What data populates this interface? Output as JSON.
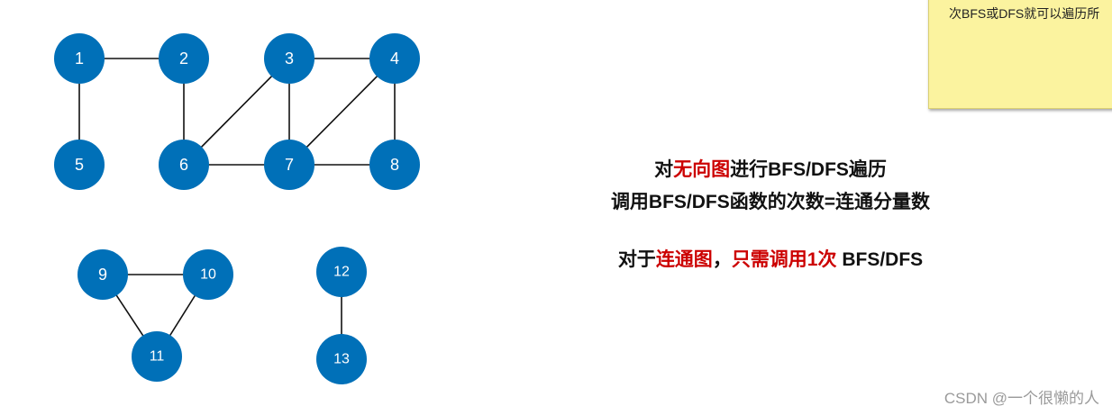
{
  "graph": {
    "nodes": [
      "1",
      "2",
      "3",
      "4",
      "5",
      "6",
      "7",
      "8",
      "9",
      "10",
      "11",
      "12",
      "13"
    ],
    "edges": [
      [
        "1",
        "2"
      ],
      [
        "1",
        "5"
      ],
      [
        "2",
        "6"
      ],
      [
        "3",
        "4"
      ],
      [
        "3",
        "6"
      ],
      [
        "3",
        "7"
      ],
      [
        "4",
        "7"
      ],
      [
        "4",
        "8"
      ],
      [
        "6",
        "7"
      ],
      [
        "7",
        "8"
      ],
      [
        "9",
        "10"
      ],
      [
        "9",
        "11"
      ],
      [
        "10",
        "11"
      ],
      [
        "12",
        "13"
      ]
    ],
    "colors": {
      "node_fill": "#0070b8",
      "node_label": "#ffffff",
      "edge": "#111111"
    }
  },
  "sticky_note": {
    "text": "次BFS或DFS就可以遍历所"
  },
  "explanation": {
    "line1": {
      "prefix": "对",
      "highlight": "无向图",
      "suffix": "进行BFS/DFS遍历"
    },
    "line2": "调用BFS/DFS函数的次数=连通分量数",
    "line3": {
      "prefix": "对于",
      "highlight1": "连通图",
      "middle": "，",
      "highlight2": "只需调用1次",
      "suffix": " BFS/DFS"
    },
    "highlight_color": "#cc0000"
  },
  "watermark": "CSDN @一个很懒的人"
}
